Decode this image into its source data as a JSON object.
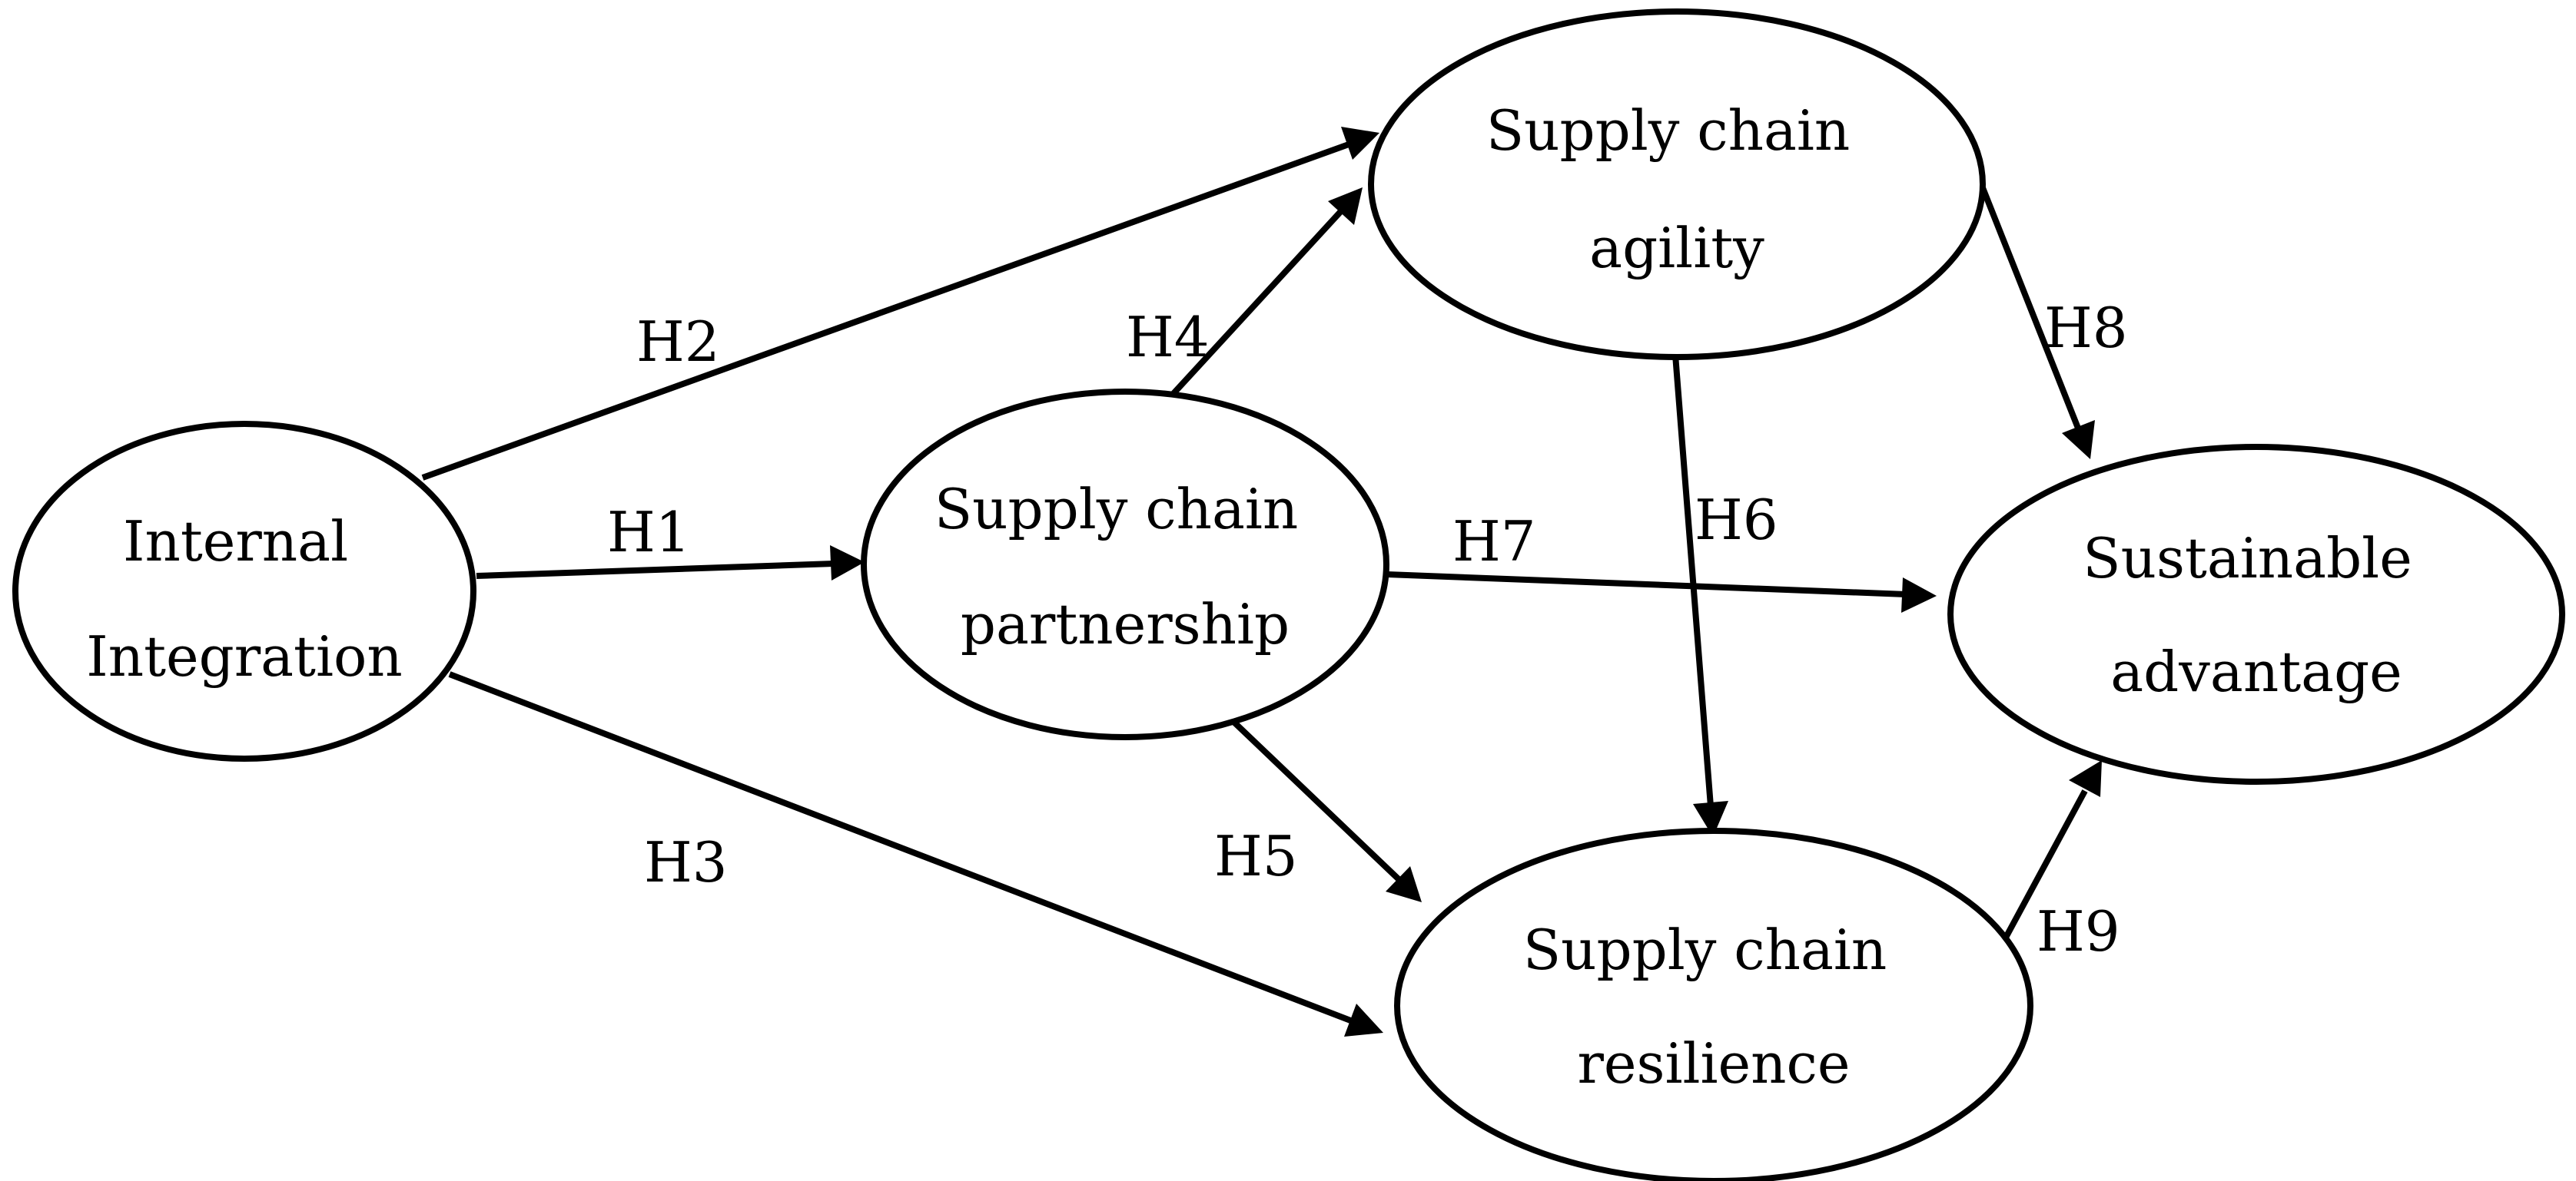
{
  "nodes": {
    "internal_integration": {
      "lines": [
        "Internal",
        "Integration"
      ]
    },
    "sc_partnership": {
      "lines": [
        "Supply chain",
        "partnership"
      ]
    },
    "sc_agility": {
      "lines": [
        "Supply chain",
        "agility"
      ]
    },
    "sc_resilience": {
      "lines": [
        "Supply chain",
        "resilience"
      ]
    },
    "sustainable_advantage": {
      "lines": [
        "Sustainable",
        "advantage"
      ]
    }
  },
  "edges": {
    "h1": {
      "label": "H1",
      "from": "Internal Integration",
      "to": "Supply chain partnership"
    },
    "h2": {
      "label": "H2",
      "from": "Internal Integration",
      "to": "Supply chain agility"
    },
    "h3": {
      "label": "H3",
      "from": "Internal Integration",
      "to": "Supply chain resilience"
    },
    "h4": {
      "label": "H4",
      "from": "Supply chain partnership",
      "to": "Supply chain agility"
    },
    "h5": {
      "label": "H5",
      "from": "Supply chain partnership",
      "to": "Supply chain resilience"
    },
    "h6": {
      "label": "H6",
      "from": "Supply chain agility",
      "to": "Supply chain resilience"
    },
    "h7": {
      "label": "H7",
      "from": "Supply chain partnership",
      "to": "Sustainable advantage"
    },
    "h8": {
      "label": "H8",
      "from": "Supply chain agility",
      "to": "Sustainable advantage"
    },
    "h9": {
      "label": "H9",
      "from": "Supply chain resilience",
      "to": "Sustainable advantage"
    }
  },
  "colors": {
    "stroke": "#000000",
    "background": "#ffffff"
  }
}
